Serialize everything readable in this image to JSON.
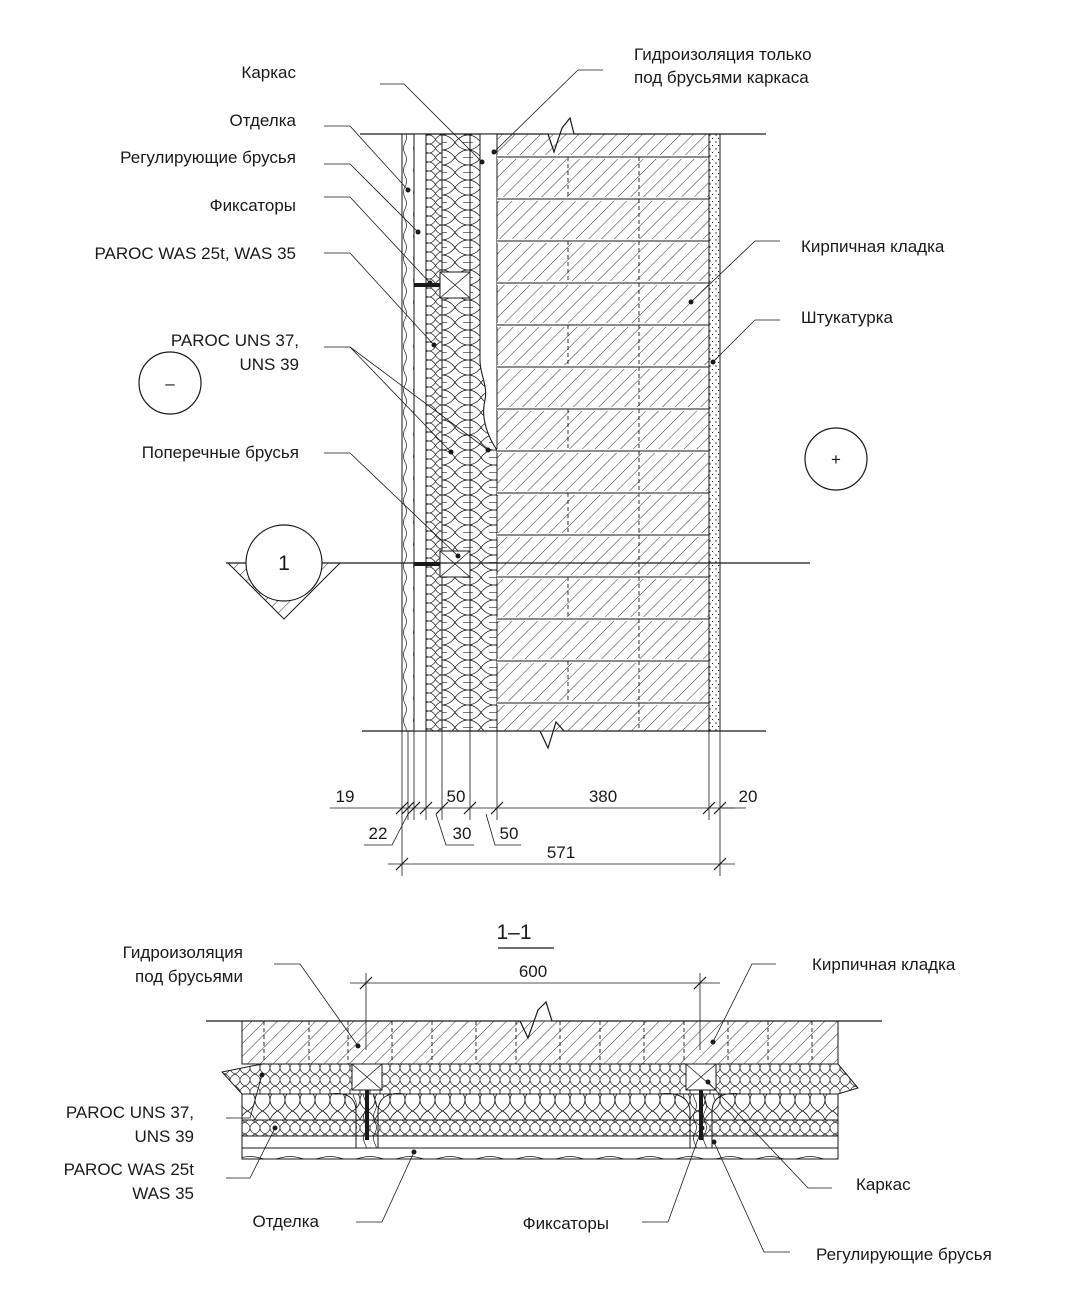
{
  "section_top": {
    "labels": {
      "frame": "Каркас",
      "waterproof_1": "Гидроизоляция только",
      "waterproof_2": "под брусьями каркаса",
      "finish": "Отделка",
      "adjusting": "Регулирующие брусья",
      "fixers": "Фиксаторы",
      "was": "PAROC WAS 25t, WAS 35",
      "uns_1": "PAROC UNS 37,",
      "uns_2": "UNS 39",
      "cross": "Поперечные брусья",
      "brick": "Кирпичная кладка",
      "plaster": "Штукатурка"
    },
    "minus_sign": "–",
    "plus_sign": "+",
    "cut_mark": "1",
    "dims": {
      "d19": "19",
      "d22": "22",
      "d50a": "50",
      "d30": "30",
      "d50b": "50",
      "d380": "380",
      "d20": "20",
      "d571": "571"
    }
  },
  "section_bottom": {
    "title": "1–1",
    "dim_600": "600",
    "labels": {
      "waterproof_1": "Гидроизоляция",
      "waterproof_2": "под брусьями",
      "brick": "Кирпичная кладка",
      "uns_1": "PAROC UNS 37,",
      "uns_2": "UNS 39",
      "was_1": "PAROC WAS 25t",
      "was_2": "WAS 35",
      "finish": "Отделка",
      "fixers": "Фиксаторы",
      "frame": "Каркас",
      "adjusting": "Регулирующие брусья"
    }
  }
}
